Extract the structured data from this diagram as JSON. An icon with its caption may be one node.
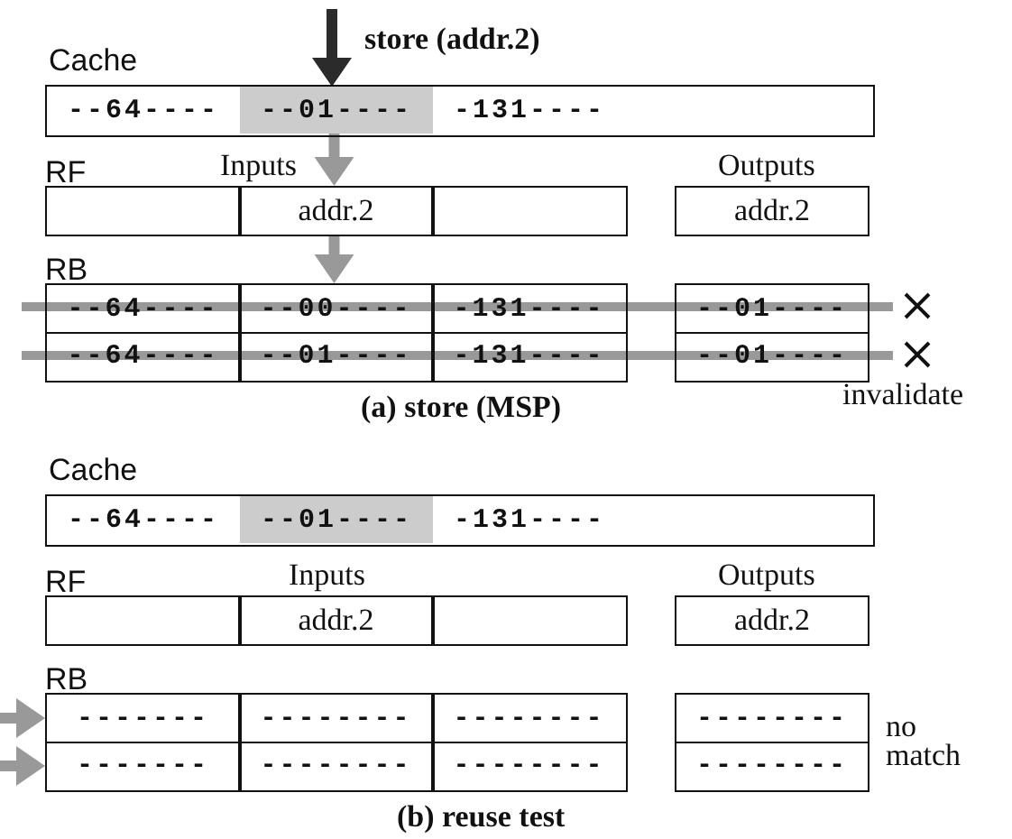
{
  "diagram": {
    "nodes": [
      {
        "text": [
          "Cache"
        ]
      },
      {
        "text": [
          "--64----"
        ],
        "in": 0
      },
      {
        "text": [
          "--01----"
        ],
        "in": 0
      },
      {
        "text": [
          "-131----"
        ],
        "in": 0
      },
      {
        "text": [],
        "shape": "box"
      },
      {
        "text": [
          "addr.2"
        ]
      },
      {
        "text": [],
        "shape": "box"
      },
      {
        "text": [
          "addr.2"
        ]
      },
      {
        "text": [
          "--64----"
        ]
      },
      {
        "text": [
          "--00----"
        ]
      },
      {
        "text": [
          "-131----"
        ]
      },
      {
        "text": [
          "--01----"
        ]
      },
      {
        "text": [
          "--64----"
        ]
      },
      {
        "text": [
          "--01----"
        ]
      },
      {
        "text": [
          "-131----"
        ]
      },
      {
        "text": [
          "--01----"
        ]
      },
      {
        "text": [
          "Cache"
        ]
      },
      {
        "text": [
          "--64----"
        ],
        "in": 16
      },
      {
        "text": [
          "--01----"
        ],
        "in": 16
      },
      {
        "text": [
          "-131----"
        ],
        "in": 16
      },
      {
        "text": [],
        "shape": "box"
      },
      {
        "text": [
          "addr.2"
        ]
      },
      {
        "text": [],
        "shape": "box"
      },
      {
        "text": [
          "addr.2"
        ]
      },
      {
        "text": [
          "-------"
        ]
      },
      {
        "text": [
          "--------"
        ]
      },
      {
        "text": [
          "--------"
        ]
      },
      {
        "text": [
          "--------"
        ]
      },
      {
        "text": [
          "-------"
        ]
      },
      {
        "text": [
          "--------"
        ]
      },
      {
        "text": [
          "--------"
        ]
      },
      {
        "text": [
          "--------"
        ]
      }
    ],
    "edges": [
      {
        "from": null,
        "to": 2,
        "arrow": "to",
        "label": "store (addr.2)",
        "color": "#2b2b2b"
      },
      {
        "from": 2,
        "to": 5,
        "arrow": "to"
      },
      {
        "from": 5,
        "to": 9,
        "arrow": "to"
      },
      {
        "from": null,
        "to": 24,
        "arrow": "to"
      },
      {
        "from": null,
        "to": 28,
        "arrow": "to"
      }
    ],
    "labels": [
      "RF",
      "Inputs",
      "Outputs",
      "RB",
      "invalidate",
      "(a) store (MSP)",
      "RF",
      "Inputs",
      "Outputs",
      "RB",
      "no match",
      "(b) reuse test"
    ]
  }
}
